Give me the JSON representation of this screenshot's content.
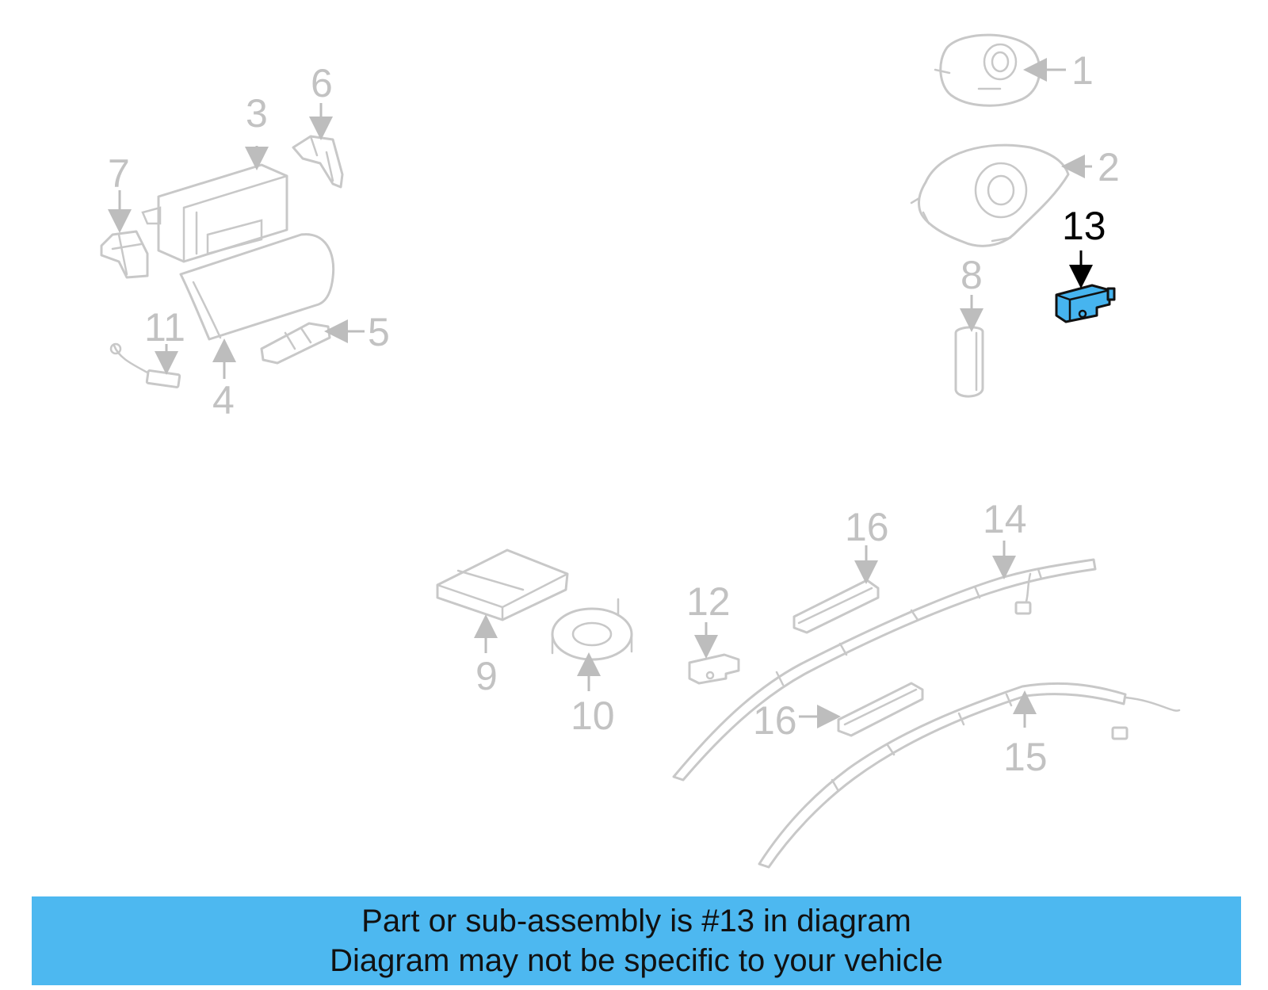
{
  "diagram": {
    "highlight_color": "#46b4ef",
    "highlighted_part": "13",
    "callouts": [
      "1",
      "2",
      "3",
      "4",
      "5",
      "6",
      "7",
      "8",
      "9",
      "10",
      "11",
      "12",
      "13",
      "14",
      "15",
      "16",
      "16"
    ]
  },
  "banner": {
    "background": "#4db8f0",
    "line1": "Part or sub-assembly is #13 in diagram",
    "line2": "Diagram may not be specific to your vehicle"
  }
}
